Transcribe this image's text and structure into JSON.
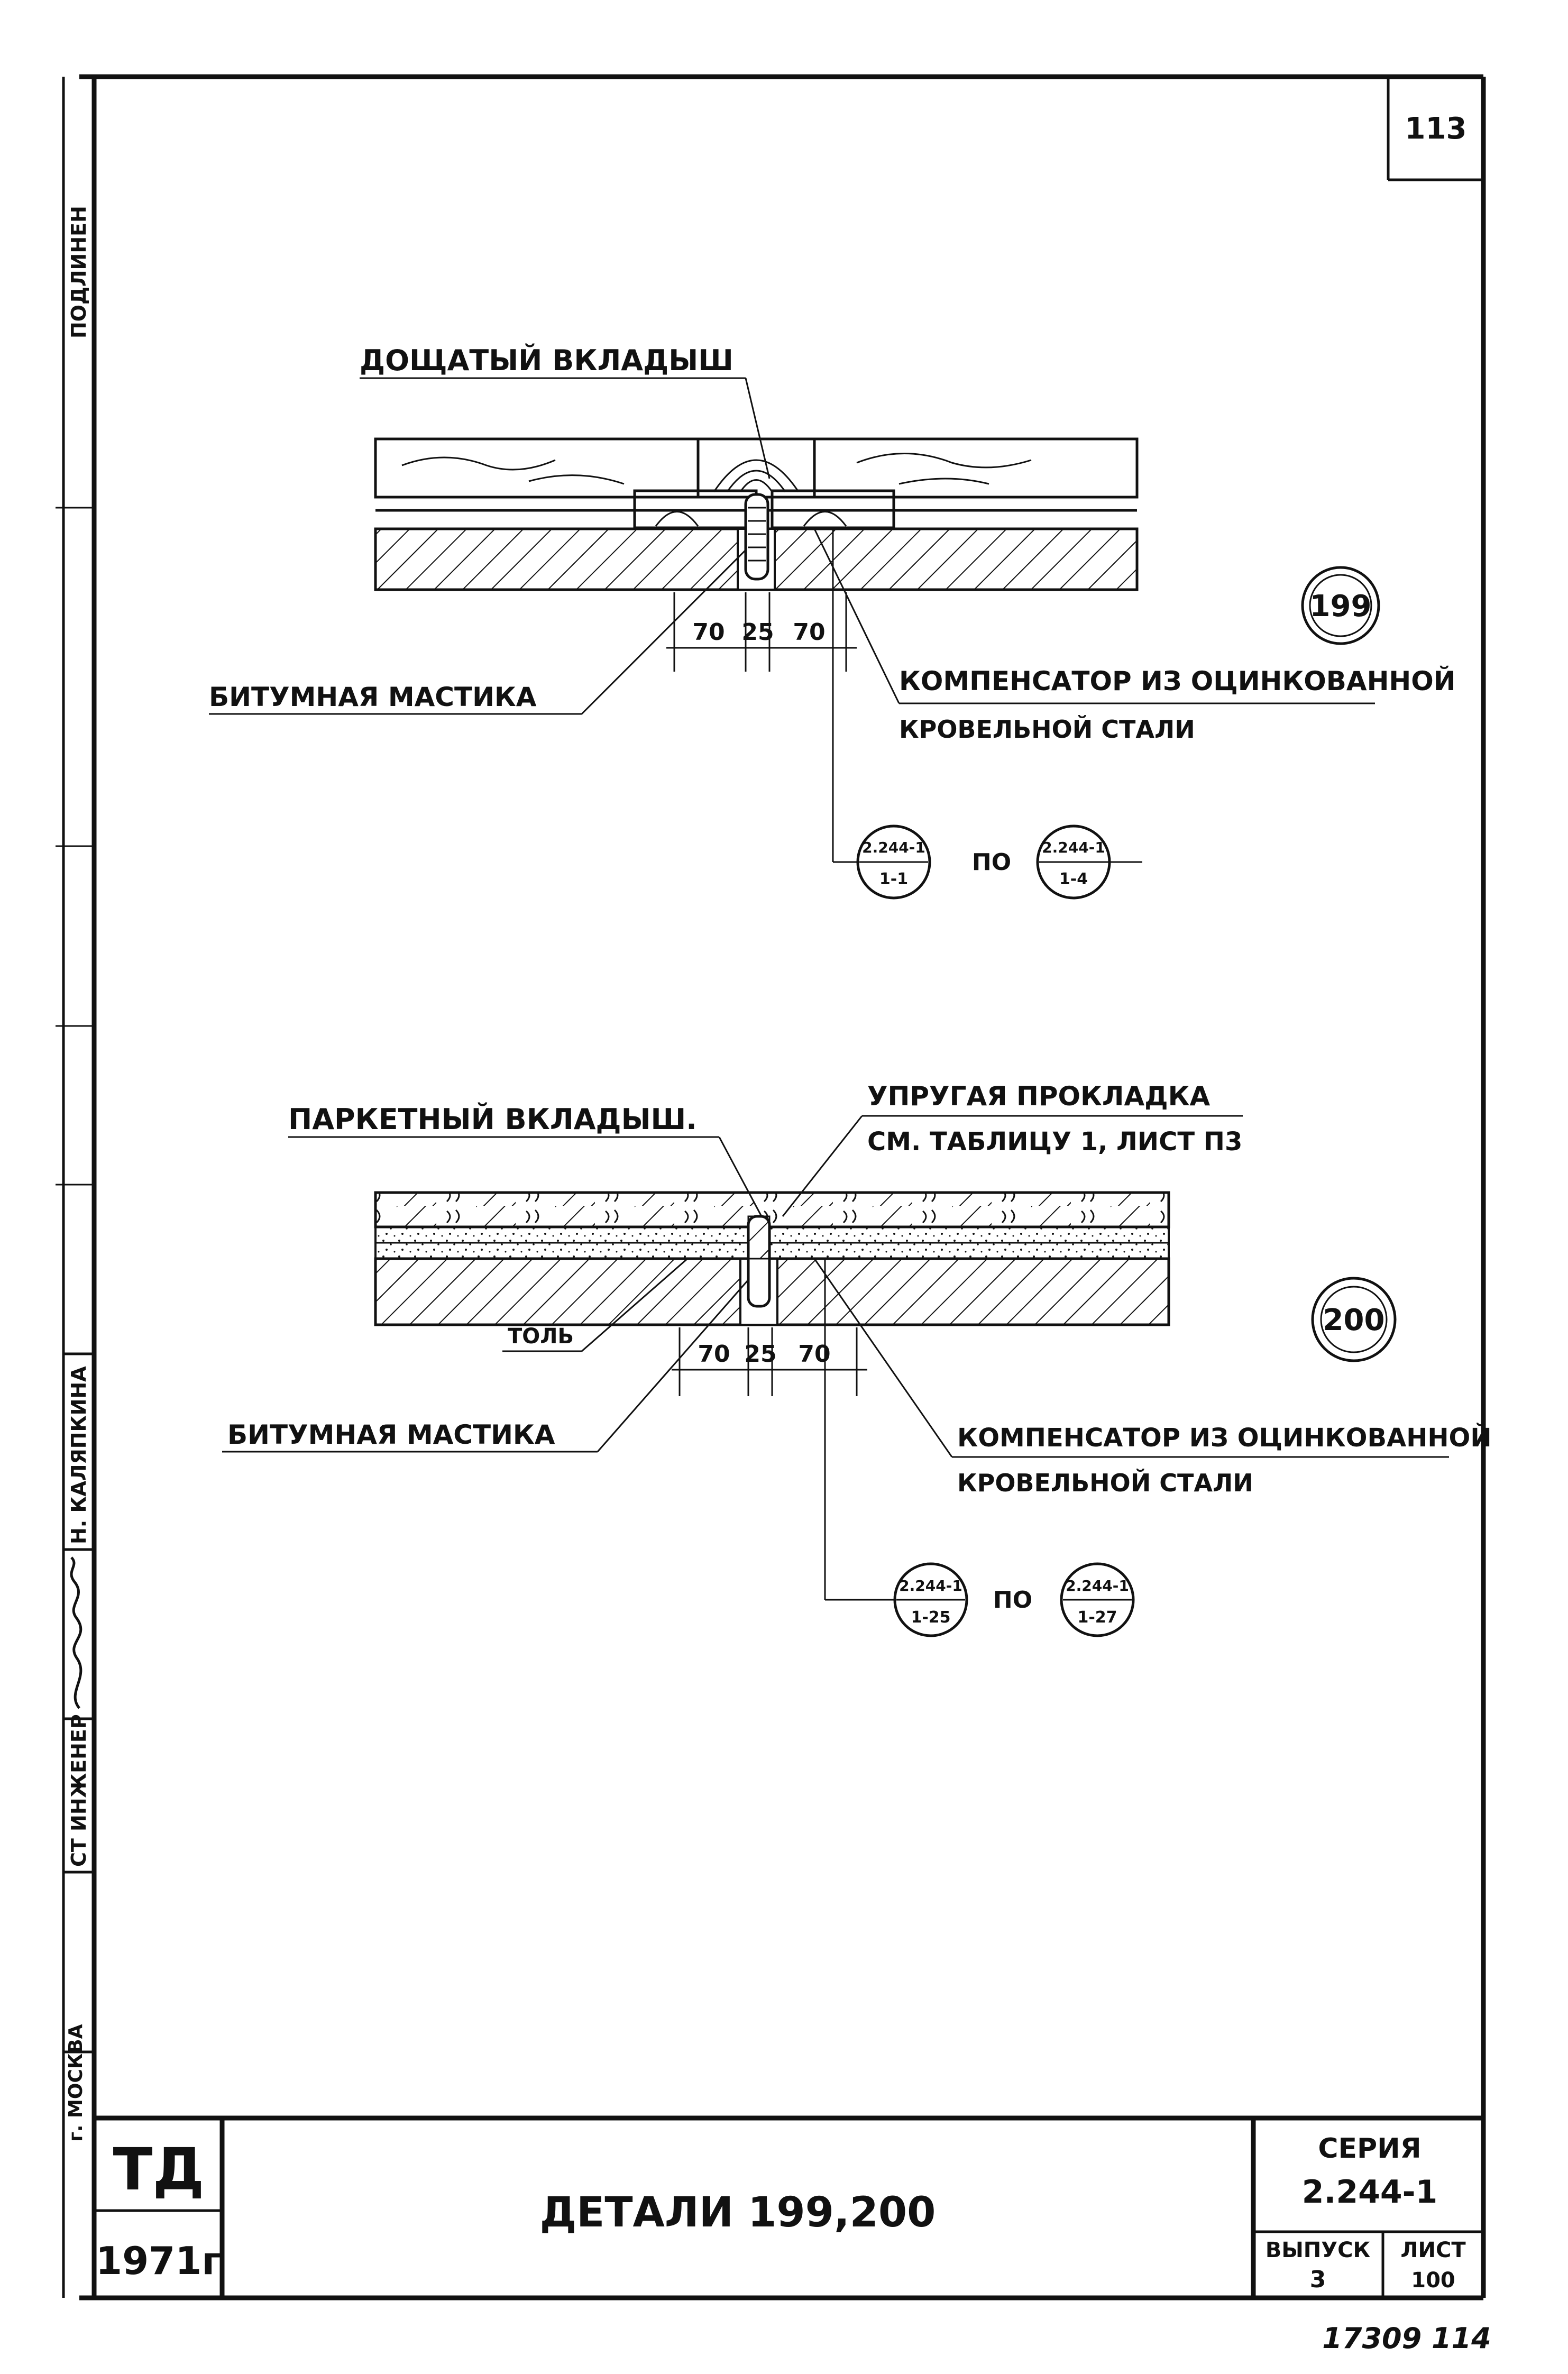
{
  "sheet": {
    "page_number": "113",
    "footer_number": "17309 114"
  },
  "detail_199": {
    "number": "199",
    "insert_label": "ДОЩАТЫЙ ВКЛАДЫШ",
    "mastic_label": "БИТУМНАЯ МАСТИКА",
    "compensator_line1": "КОМПЕНСАТОР ИЗ ОЦИНКОВАННОЙ",
    "compensator_line2": "КРОВЕЛЬНОЙ СТАЛИ",
    "dims": [
      "70",
      "25",
      "70"
    ],
    "ref_from_top": "2.244-1",
    "ref_from_bottom": "1-1",
    "ref_word": "ПО",
    "ref_to_top": "2.244-1",
    "ref_to_bottom": "1-4"
  },
  "detail_200": {
    "number": "200",
    "insert_label": "ПАРКЕТНЫЙ ВКЛАДЫШ.",
    "gasket_line1": "УПРУГАЯ ПРОКЛАДКА",
    "gasket_line2": "СМ. ТАБЛИЦУ 1, ЛИСТ П3",
    "tol_label": "ТОЛЬ",
    "mastic_label": "БИТУМНАЯ МАСТИКА",
    "compensator_line1": "КОМПЕНСАТОР ИЗ ОЦИНКОВАННОЙ",
    "compensator_line2": "КРОВЕЛЬНОЙ СТАЛИ",
    "dims": [
      "70",
      "25",
      "70"
    ],
    "ref_from_top": "2.244-1",
    "ref_from_bottom": "1-25",
    "ref_word": "ПО",
    "ref_to_top": "2.244-1",
    "ref_to_bottom": "1-27"
  },
  "side_stamp": {
    "approval_col": "ПОДЛИНЕН",
    "name": "Н. КАЛЯПКИНА",
    "role": "СТ ИНЖЕНЕР",
    "city": "г. МОСКВА"
  },
  "title_block": {
    "org": "ТД",
    "year": "1971г",
    "title": "ДЕТАЛИ  199,200",
    "series_label": "СЕРИЯ",
    "series_value": "2.244-1",
    "issue_label": "ВЫПУСК",
    "issue_value": "3",
    "sheet_label": "ЛИСТ",
    "sheet_value": "100"
  }
}
